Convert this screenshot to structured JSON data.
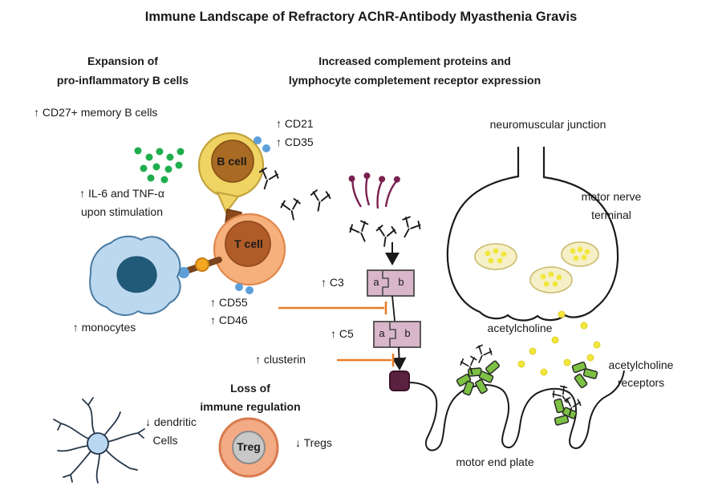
{
  "title": "Immune Landscape of Refractory AChR-Antibody Myasthenia Gravis",
  "headers": {
    "left": {
      "line1": "Expansion of",
      "line2": "pro-inflammatory B cells"
    },
    "middle": {
      "line1": "Increased complement proteins and",
      "line2": "lymphocyte completement receptor expression"
    }
  },
  "left_panel": {
    "cd27": "↑ CD27+ memory B cells",
    "cytokines_line1": "↑ IL-6 and TNF-α",
    "cytokines_line2": "upon stimulation",
    "b_cell": "B cell",
    "t_cell": "T cell",
    "monocytes": "↑ monocytes",
    "dendritic_line1": "↓ dendritic",
    "dendritic_line2": "Cells"
  },
  "complement": {
    "cd21": "↑ CD21",
    "cd35": "↑ CD35",
    "cd55": "↑ CD55",
    "cd46": "↑ CD46",
    "c3": "↑ C3",
    "c3_a": "a",
    "c3_b": "b",
    "c5": "↑ C5",
    "c5_a": "a",
    "c5_b": "b",
    "clusterin": "↑ clusterin"
  },
  "regulation": {
    "loss_line1": "Loss of",
    "loss_line2": "immune regulation",
    "treg": "Treg",
    "tregs": "↓ Tregs"
  },
  "nmj": {
    "neuromuscular_junction": "neuromuscular junction",
    "motor_nerve_line1": "motor nerve",
    "motor_nerve_line2": "terminal",
    "acetylcholine": "acetylcholine",
    "receptors_line1": "acetylcholine",
    "receptors_line2": "receptors",
    "motor_end_plate": "motor end plate"
  },
  "colors": {
    "b_cell_fill": "#efd463",
    "b_cell_nucleus": "#a96a24",
    "t_cell_fill": "#f6b07c",
    "t_cell_nucleus": "#b05c28",
    "monocyte_fill": "#bcd8ef",
    "monocyte_nucleus": "#215a78",
    "cytokine_green": "#1fae4d",
    "receptor_dot_blue": "#5e9fd8",
    "complement_box": "#d9b6ca",
    "inhibition_orange": "#e87c27",
    "mac_purple": "#5a2240",
    "antibody_receptor_purple": "#7a2050",
    "vesicle_fill": "#f6f0c8",
    "acetylcholine_yellow": "#f2e63c",
    "achr_green": "#7cc143",
    "treg_ring": "#f2ab85",
    "treg_core": "#c8c8c8",
    "dendritic_fill": "#b9d7f0"
  }
}
